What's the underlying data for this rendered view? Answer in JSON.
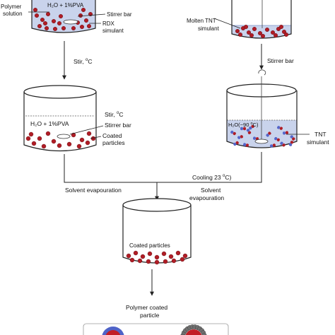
{
  "colors": {
    "liquid": "#c9d3ec",
    "liquid_line": "#7a8fc8",
    "particle_red": "#b01c25",
    "particle_edge": "#5a0c10",
    "particle_blue": "#5465c9",
    "particle_grey": "#6f6f6f",
    "outline": "#222222",
    "frame": "#9a9a9a"
  },
  "labels": {
    "polymer_solution": [
      "Polymer",
      "solution"
    ],
    "top_left_liquid": "H₂O + 1%PVA",
    "stirrer_bar_1": "Stirrer bar",
    "rdx_simulant": [
      "RDX",
      "simulant"
    ],
    "molten_tnt": [
      "Molten TNT",
      "simulant"
    ],
    "stir_1": "Stir, ",
    "stir_1_unit": "o",
    "stir_1_unit_after": "C",
    "stirrer_bar_2": "Stirrer bar",
    "stir_2": "Stir, ",
    "stir_2_unit": "o",
    "stir_2_unit_after": "C",
    "middle_left_liquid": "H₂O + 1%PVA",
    "stirrer_bar_3": "Stirrer bar",
    "coated_particles_label": [
      "Coated",
      "particles"
    ],
    "h2o_temp_prefix": "H₂O(~90 ",
    "h2o_temp_unit": "o",
    "h2o_temp_suffix": "C)",
    "tnt_simulant": [
      "TNT",
      "simulant"
    ],
    "cooling_prefix": "Cooling 23 ",
    "cooling_unit": "o",
    "cooling_suffix": "C)",
    "solvent_evap_left": "Solvent evapouration",
    "solvent_evap_right": [
      "Solvent",
      "evapouration"
    ],
    "bottom_beaker_label": "Coated particles",
    "polymer_coated": [
      "Polymer coated",
      "particle"
    ]
  }
}
